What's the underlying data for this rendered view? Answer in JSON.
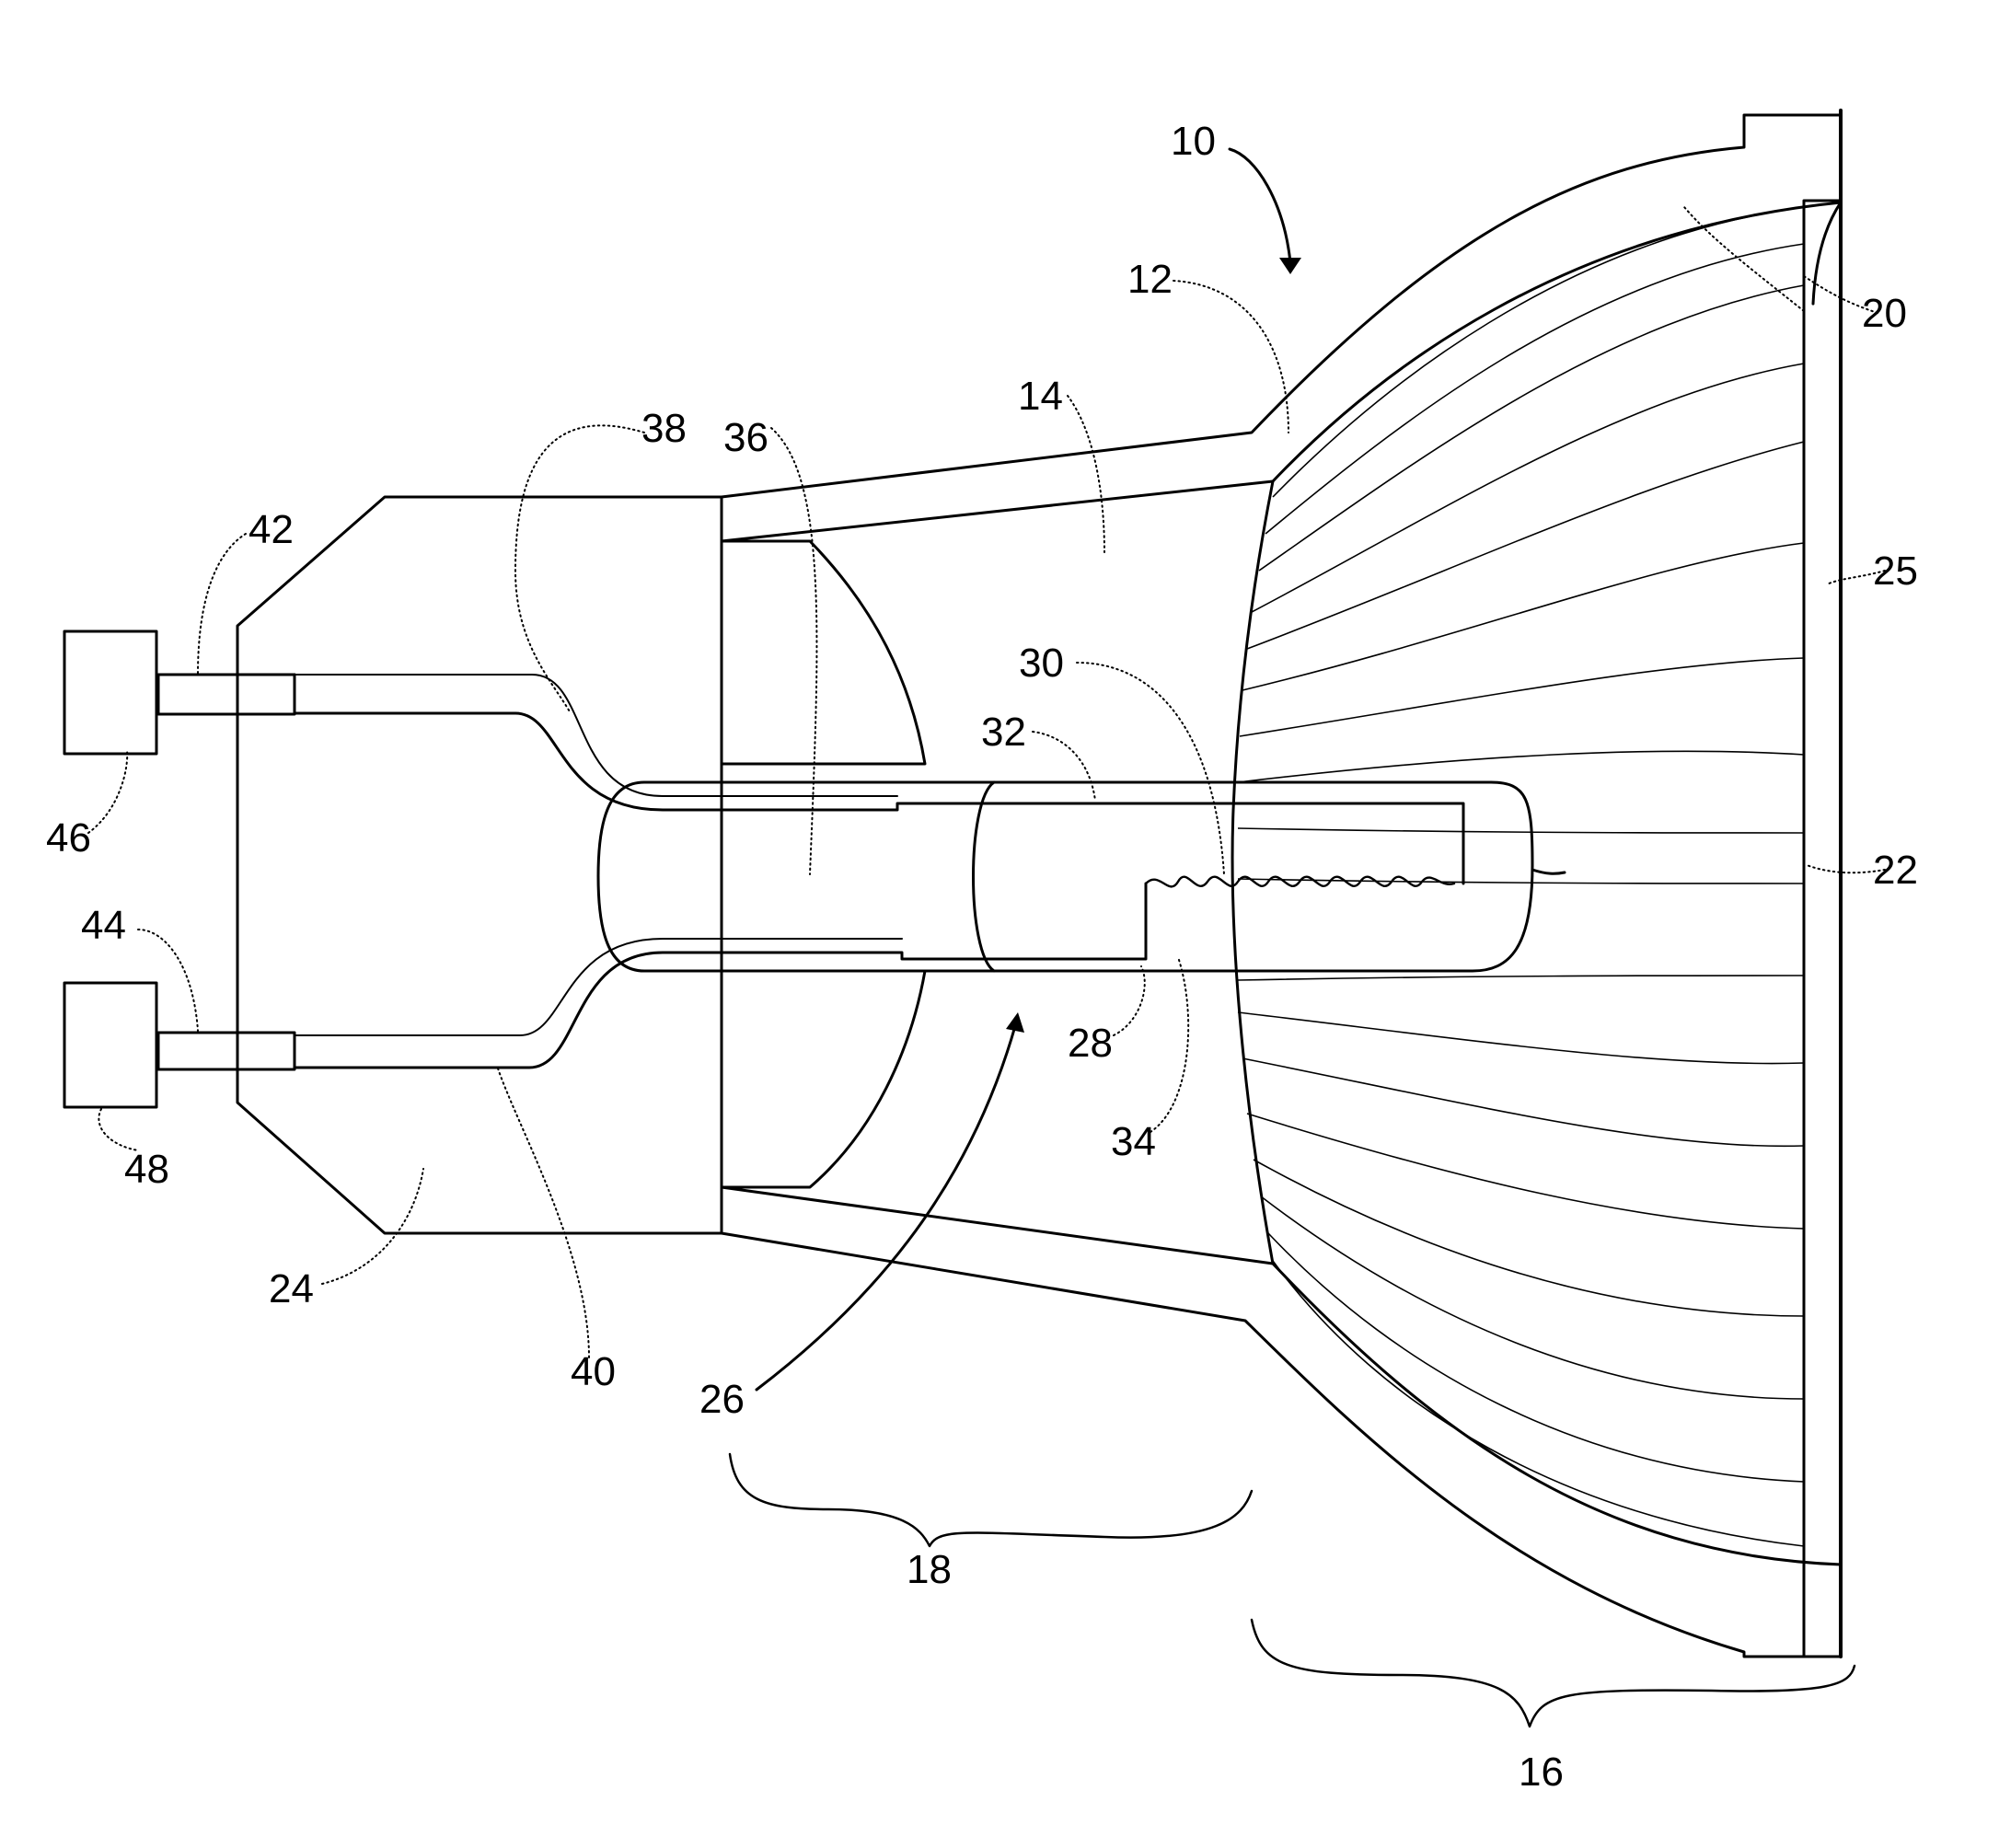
{
  "figure": {
    "labels": {
      "r10": "10",
      "r12": "12",
      "r14": "14",
      "r16": "16",
      "r18": "18",
      "r20": "20",
      "r22": "22",
      "r24": "24",
      "r25": "25",
      "r26": "26",
      "r28": "28",
      "r30": "30",
      "r32": "32",
      "r34": "34",
      "r36": "36",
      "r38": "38",
      "r40": "40",
      "r42": "42",
      "r44": "44",
      "r46": "46",
      "r48": "48"
    }
  },
  "colors": {
    "ink": "#000000",
    "paper": "#ffffff"
  }
}
